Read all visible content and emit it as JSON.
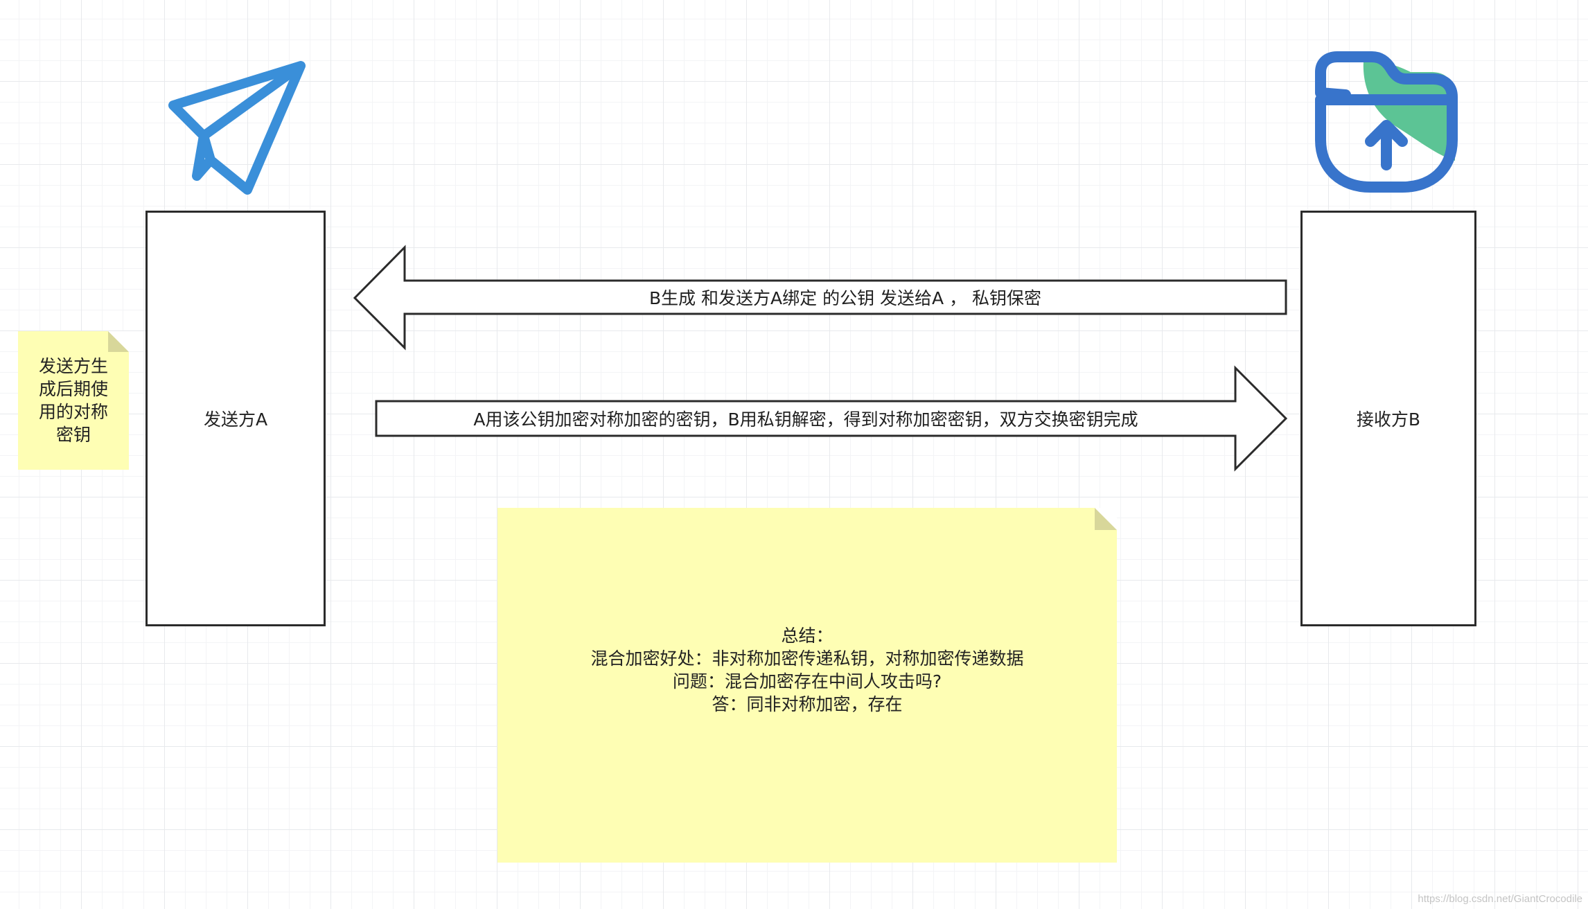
{
  "sender": {
    "label": "发送方A",
    "icon": "paper-plane-icon"
  },
  "receiver": {
    "label": "接收方B",
    "icon": "folder-upload-icon"
  },
  "arrow_left": {
    "label": "B生成   和发送方A绑定   的公钥   发送给A  ，  私钥保密"
  },
  "arrow_right": {
    "label": "A用该公钥加密对称加密的密钥，B用私钥解密，得到对称加密密钥，双方交换密钥完成"
  },
  "side_note": {
    "text": "发送方生成后期使用的对称密钥"
  },
  "summary_note": {
    "lines": [
      "总结：",
      "混合加密好处：非对称加密传递私钥，对称加密传递数据",
      "问题：混合加密存在中间人攻击吗?",
      "答：同非对称加密，存在"
    ]
  },
  "watermark": "https://blog.csdn.net/GiantCrocodile",
  "colors": {
    "plane_blue": "#3a8fd9",
    "folder_blue": "#3874cb",
    "folder_green": "#5cc495",
    "sticky_yellow": "#fefeb4",
    "border_dark": "#2b2b2b"
  }
}
